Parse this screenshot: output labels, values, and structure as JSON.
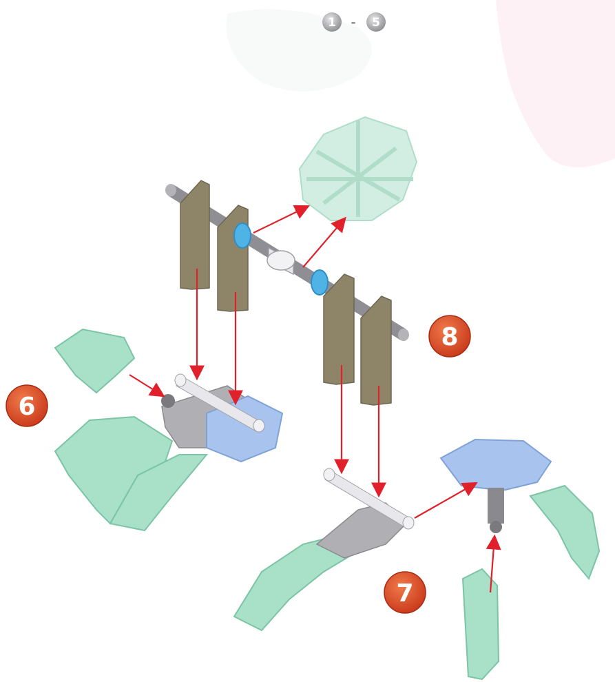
{
  "header": {
    "range_start": "1",
    "range_separator": "-",
    "range_end": "5"
  },
  "steps": [
    {
      "label": "6"
    },
    {
      "label": "7"
    },
    {
      "label": "8"
    }
  ],
  "colors": {
    "arrow": "#e0202a",
    "badge": "#e04a1c",
    "mint_piece": "#a8e0c8",
    "blue_piece": "#a8c4ee",
    "gray_piece": "#b0b0b4",
    "tan_piece": "#8e8468",
    "rod": "#8e8e94",
    "ring": "#4fb3e6",
    "bushing": "#e8e8ec"
  }
}
